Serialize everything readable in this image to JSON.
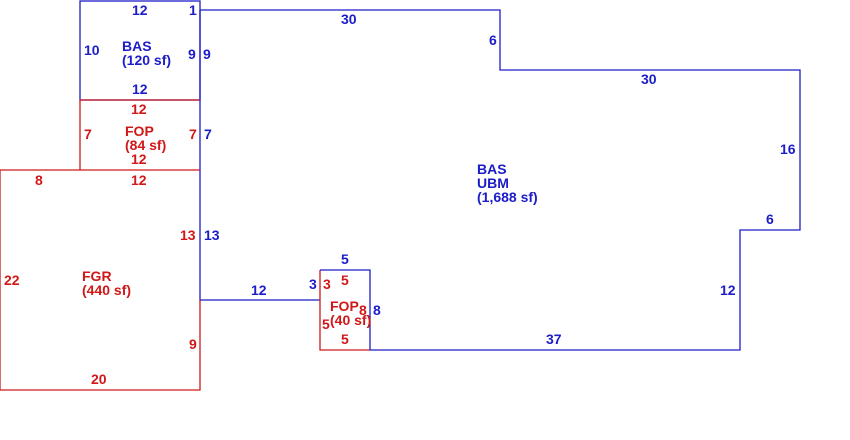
{
  "colors": {
    "blue": "#1c1cc8",
    "red": "#d01818"
  },
  "areas": {
    "bas_upper": {
      "name": "BAS",
      "area": "(120 sf)"
    },
    "fop_upper": {
      "name": "FOP",
      "area": "(84 sf)"
    },
    "fgr": {
      "name": "FGR",
      "area": "(440 sf)"
    },
    "main": {
      "name1": "BAS",
      "name2": "UBM",
      "area": "(1,688 sf)"
    },
    "fop_lower": {
      "name": "FOP",
      "area": "(40 sf)"
    }
  },
  "dims": {
    "bas_top": "12",
    "bas_left": "10",
    "bas_right_in": "9",
    "bas_right_out": "9",
    "bas_bottom": "12",
    "corner_1": "1",
    "main_top": "30",
    "main_step_top": "6",
    "main_top_right": "30",
    "main_right": "16",
    "main_step_right": "6",
    "main_right_lower": "12",
    "main_bottom": "37",
    "main_left_lower": "12",
    "main_left_out": "13",
    "fop_top": "12",
    "fop_left": "7",
    "fop_right_in": "7",
    "fop_right_out": "7",
    "fop_bottom": "12",
    "fgr_top_left": "8",
    "fgr_top": "12",
    "fgr_left": "22",
    "fgr_right_upper": "13",
    "fgr_right_lower": "9",
    "fgr_bottom": "20",
    "fop2_top_out": "5",
    "fop2_top_in": "5",
    "fop2_left_out": "3",
    "fop2_left_in": "3",
    "fop2_right_in": "8",
    "fop2_right_out": "8",
    "fop2_left_lower": "5",
    "fop2_bottom": "5"
  }
}
